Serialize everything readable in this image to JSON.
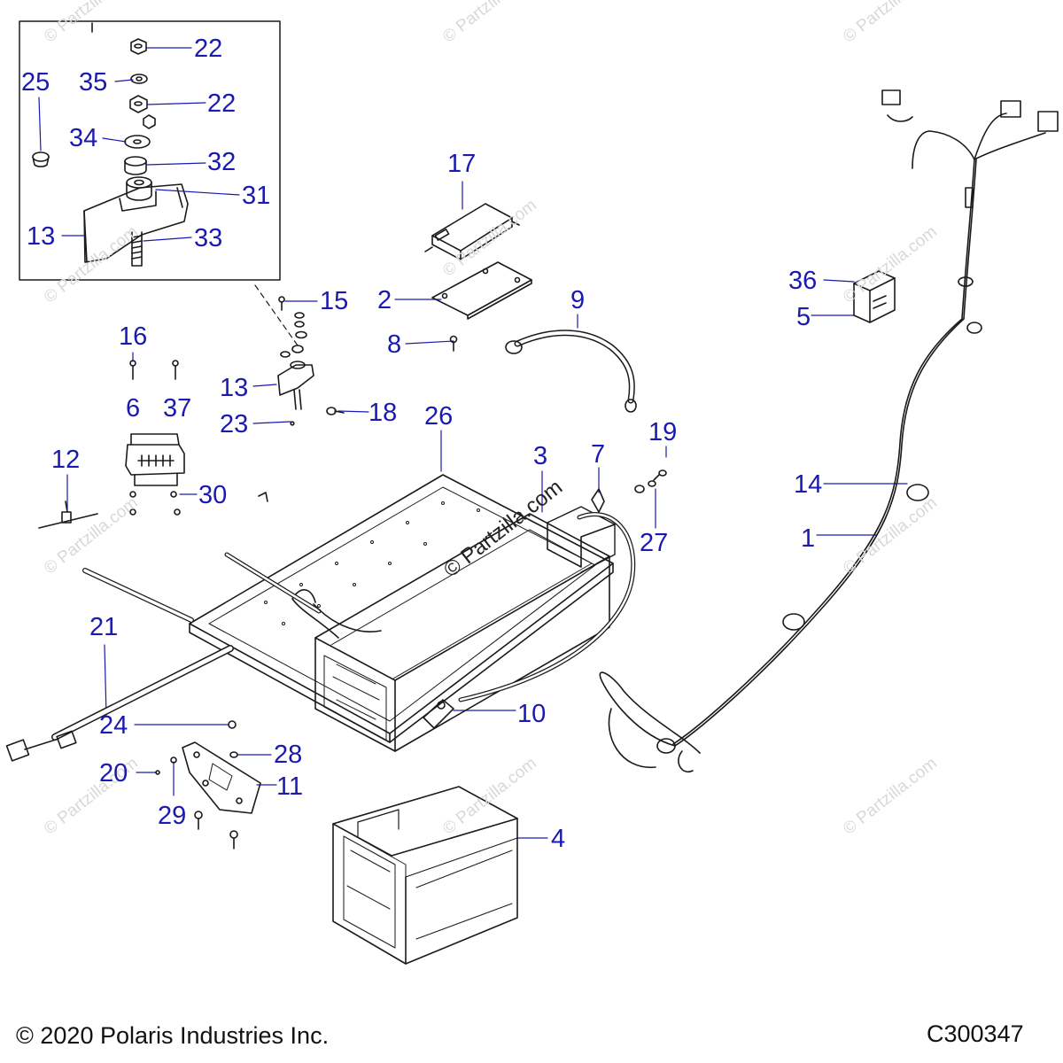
{
  "diagram": {
    "watermark": "© Partzilla.com",
    "copyright": "© 2020 Polaris Industries Inc.",
    "drawing_id": "C300347",
    "callouts": {
      "c22a": "22",
      "c35": "35",
      "c22b": "22",
      "c25": "25",
      "c34": "34",
      "c32": "32",
      "c31": "31",
      "c13a": "13",
      "c33": "33",
      "c15": "15",
      "c17": "17",
      "c2": "2",
      "c9": "9",
      "c8": "8",
      "c36": "36",
      "c5": "5",
      "c16": "16",
      "c13b": "13",
      "c18": "18",
      "c23": "23",
      "c6": "6",
      "c37": "37",
      "c26": "26",
      "c3": "3",
      "c7": "7",
      "c19": "19",
      "c12": "12",
      "c30": "30",
      "c14": "14",
      "c1": "1",
      "c27": "27",
      "c21": "21",
      "c10": "10",
      "c24": "24",
      "c28": "28",
      "c20": "20",
      "c11": "11",
      "c29": "29",
      "c4": "4"
    },
    "colors": {
      "callout": "#1a1ab0",
      "line_art": "#1a1a1a",
      "leader": "#1a1ab0"
    }
  }
}
